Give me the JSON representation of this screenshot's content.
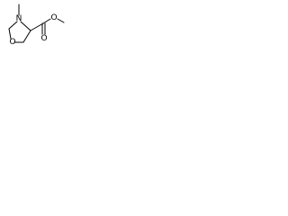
{
  "structure": {
    "atoms": {
      "ring_nitrogen": "N",
      "ring_oxygen": "O",
      "carbonyl_oxygen": "O",
      "ester_oxygen": "O"
    }
  },
  "colors": {
    "bond": "#000000",
    "label": "#000000",
    "background": "#ffffff"
  }
}
